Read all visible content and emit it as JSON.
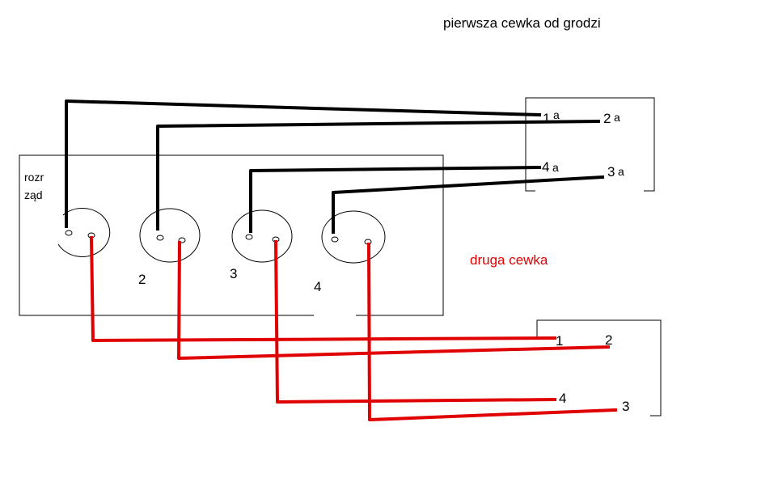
{
  "colors": {
    "background": "#ffffff",
    "first_coil": "#000000",
    "second_coil": "#e00000",
    "outline": "#000000"
  },
  "labels": {
    "title_first_coil": "pierwsza cewka od grodzi",
    "title_second_coil": "druga cewka",
    "distributor_line1": "rozr",
    "distributor_line2": "ząd"
  },
  "sockets": [
    {
      "number": ""
    },
    {
      "number": "2"
    },
    {
      "number": "3"
    },
    {
      "number": "4"
    }
  ],
  "first_coil_terminals": [
    {
      "num": "1",
      "suffix": "a"
    },
    {
      "num": "2",
      "suffix": "a"
    },
    {
      "num": "4",
      "suffix": "a"
    },
    {
      "num": "3",
      "suffix": "a"
    }
  ],
  "second_coil_terminals": [
    {
      "num": "1"
    },
    {
      "num": "2"
    },
    {
      "num": "4"
    },
    {
      "num": "3"
    }
  ]
}
